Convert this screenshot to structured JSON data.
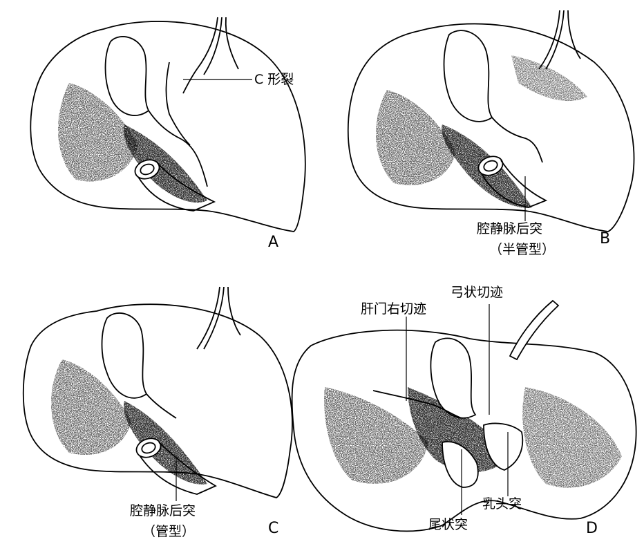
{
  "panels": [
    {
      "letter": "A",
      "labels": [
        "C 形裂"
      ]
    },
    {
      "letter": "B",
      "labels": [
        "腔静脉后突",
        "（半管型）"
      ]
    },
    {
      "letter": "C",
      "labels": [
        "腔静脉后突",
        "（管型）"
      ]
    },
    {
      "letter": "D",
      "labels": [
        "肝门右切迹",
        "弓状切迹",
        "乳头突",
        "尾状突"
      ]
    }
  ],
  "colors": {
    "ink": "#000000",
    "paper": "#ffffff",
    "stipple": "#1a1a1a"
  }
}
